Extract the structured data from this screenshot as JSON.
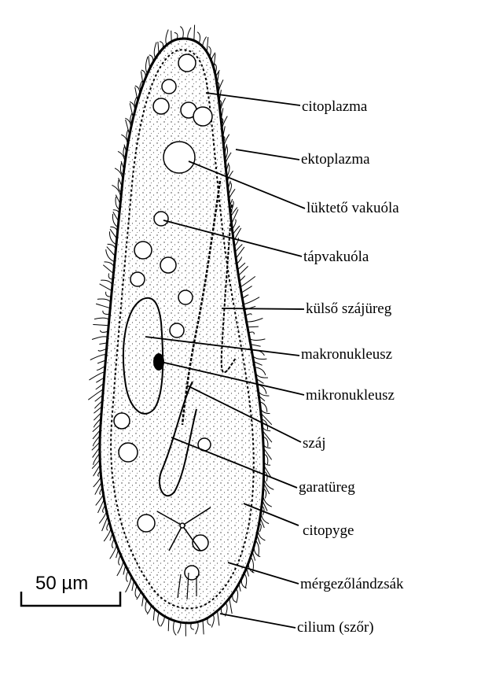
{
  "labels": [
    {
      "id": "citoplazma",
      "text": "citoplazma"
    },
    {
      "id": "ektoplazma",
      "text": "ektoplazma"
    },
    {
      "id": "luktet-vakuola",
      "text": "lüktető vakuóla"
    },
    {
      "id": "tapvakuola",
      "text": "tápvakuóla"
    },
    {
      "id": "kulso-szajureg",
      "text": "külső szájüreg"
    },
    {
      "id": "makronukleusz",
      "text": "makronukleusz"
    },
    {
      "id": "mikronukleusz",
      "text": "mikronukleusz"
    },
    {
      "id": "szaj",
      "text": "száj"
    },
    {
      "id": "garatureg",
      "text": "garatüreg"
    },
    {
      "id": "citopyge",
      "text": "citopyge"
    },
    {
      "id": "mergezolandzsak",
      "text": "mérgezőlándzsák"
    },
    {
      "id": "cilium",
      "text": "cilium (szőr)"
    }
  ],
  "scale_bar": {
    "text": "50 µm"
  }
}
